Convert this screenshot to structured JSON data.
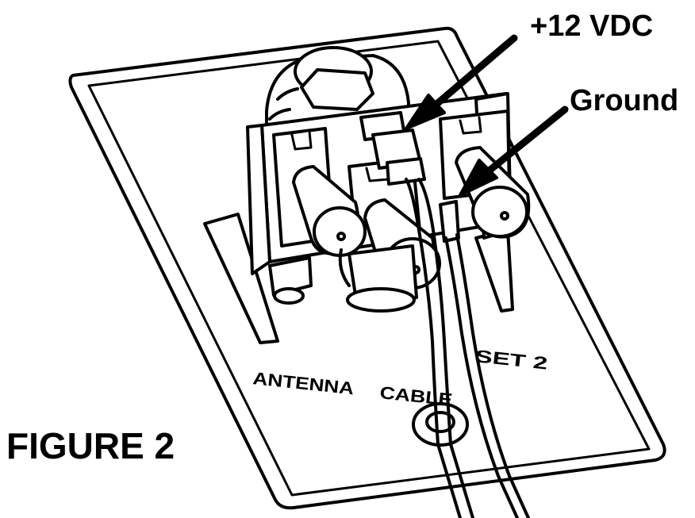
{
  "callouts": {
    "plus_12_vdc": "+12 VDC",
    "ground": "Ground"
  },
  "figure_label": "FIGURE 2",
  "panel_labels": {
    "antenna": "ANTENNA",
    "cable": "CABLE",
    "set_2": "SET 2"
  },
  "colors": {
    "line": "#000000",
    "fill": "#ffffff"
  }
}
